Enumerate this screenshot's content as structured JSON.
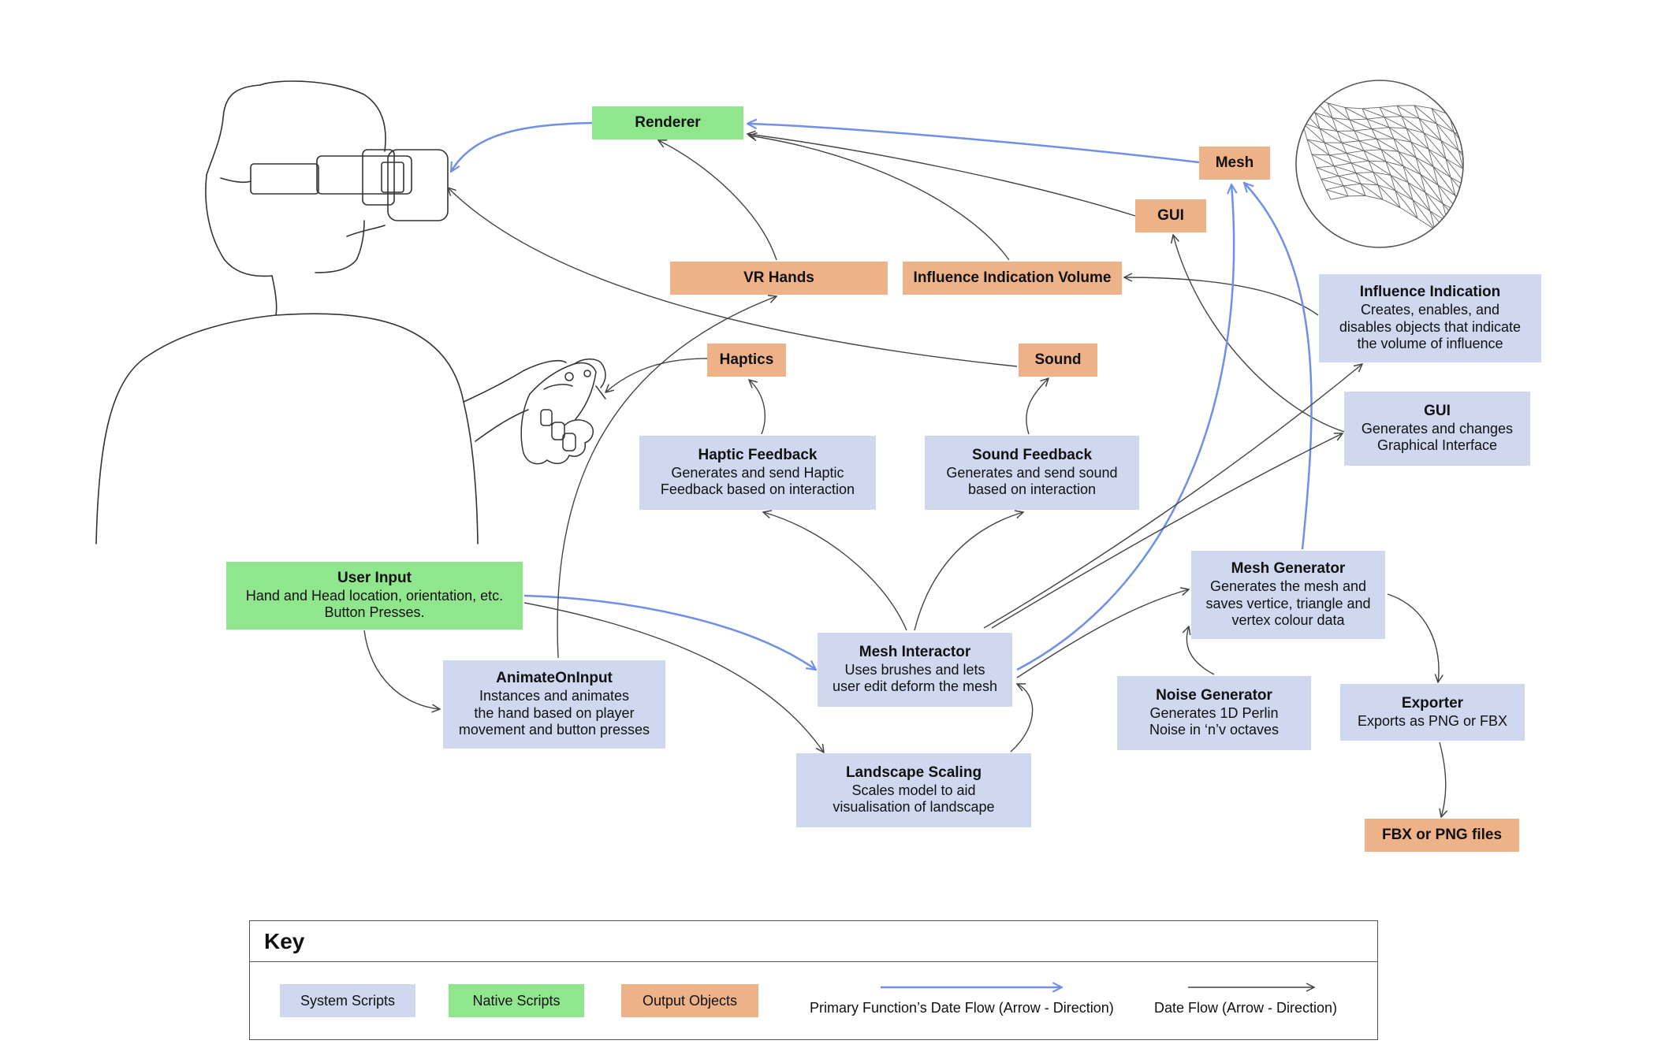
{
  "nodes": {
    "renderer": {
      "title": "Renderer"
    },
    "mesh_out": {
      "title": "Mesh"
    },
    "gui_out": {
      "title": "GUI"
    },
    "vr_hands": {
      "title": "VR Hands"
    },
    "influence_volume": {
      "title": "Influence Indication Volume"
    },
    "haptics": {
      "title": "Haptics"
    },
    "sound": {
      "title": "Sound"
    },
    "influence_indication": {
      "title": "Influence Indication",
      "lines": [
        "Creates, enables, and",
        "disables objects that indicate",
        "the volume of influence"
      ]
    },
    "gui_script": {
      "title": "GUI",
      "lines": [
        "Generates and changes",
        "Graphical Interface"
      ]
    },
    "haptic_feedback": {
      "title": "Haptic Feedback",
      "lines": [
        "Generates and send Haptic",
        "Feedback based on interaction"
      ]
    },
    "sound_feedback": {
      "title": "Sound Feedback",
      "lines": [
        "Generates and send sound",
        "based on interaction"
      ]
    },
    "user_input": {
      "title": "User Input",
      "lines": [
        "Hand and Head location, orientation, etc.",
        "Button Presses."
      ]
    },
    "animate_on_input": {
      "title": "AnimateOnInput",
      "lines": [
        "Instances and animates",
        "the hand based on player",
        "movement and button presses"
      ]
    },
    "mesh_interactor": {
      "title": "Mesh Interactor",
      "lines": [
        "Uses brushes and lets",
        "user edit deform the mesh"
      ]
    },
    "mesh_generator": {
      "title": "Mesh Generator",
      "lines": [
        "Generates the mesh and",
        "saves vertice, triangle and",
        "vertex colour data"
      ]
    },
    "noise_generator": {
      "title": "Noise Generator",
      "lines": [
        "Generates 1D Perlin",
        "Noise in ‘n’v octaves"
      ]
    },
    "exporter": {
      "title": "Exporter",
      "lines": [
        "Exports as PNG or FBX"
      ]
    },
    "landscape_scaling": {
      "title": "Landscape Scaling",
      "lines": [
        "Scales model to aid",
        "visualisation of landscape"
      ]
    },
    "fbx_png": {
      "title": "FBX or PNG files"
    }
  },
  "legend": {
    "title": "Key",
    "system_scripts": "System Scripts",
    "native_scripts": "Native Scripts",
    "output_objects": "Output Objects",
    "primary_flow": "Primary Function’s Date Flow (Arrow - Direction)",
    "date_flow": "Date Flow (Arrow - Direction)"
  },
  "colors": {
    "system": "#cfd8ef",
    "native": "#90e68c",
    "output": "#eeb288",
    "primary_arrow": "#6f8fe8",
    "arrow": "#444444"
  },
  "icons": [
    "vr-headset-person-icon",
    "vr-controller-icon",
    "wireframe-mesh-icon"
  ]
}
